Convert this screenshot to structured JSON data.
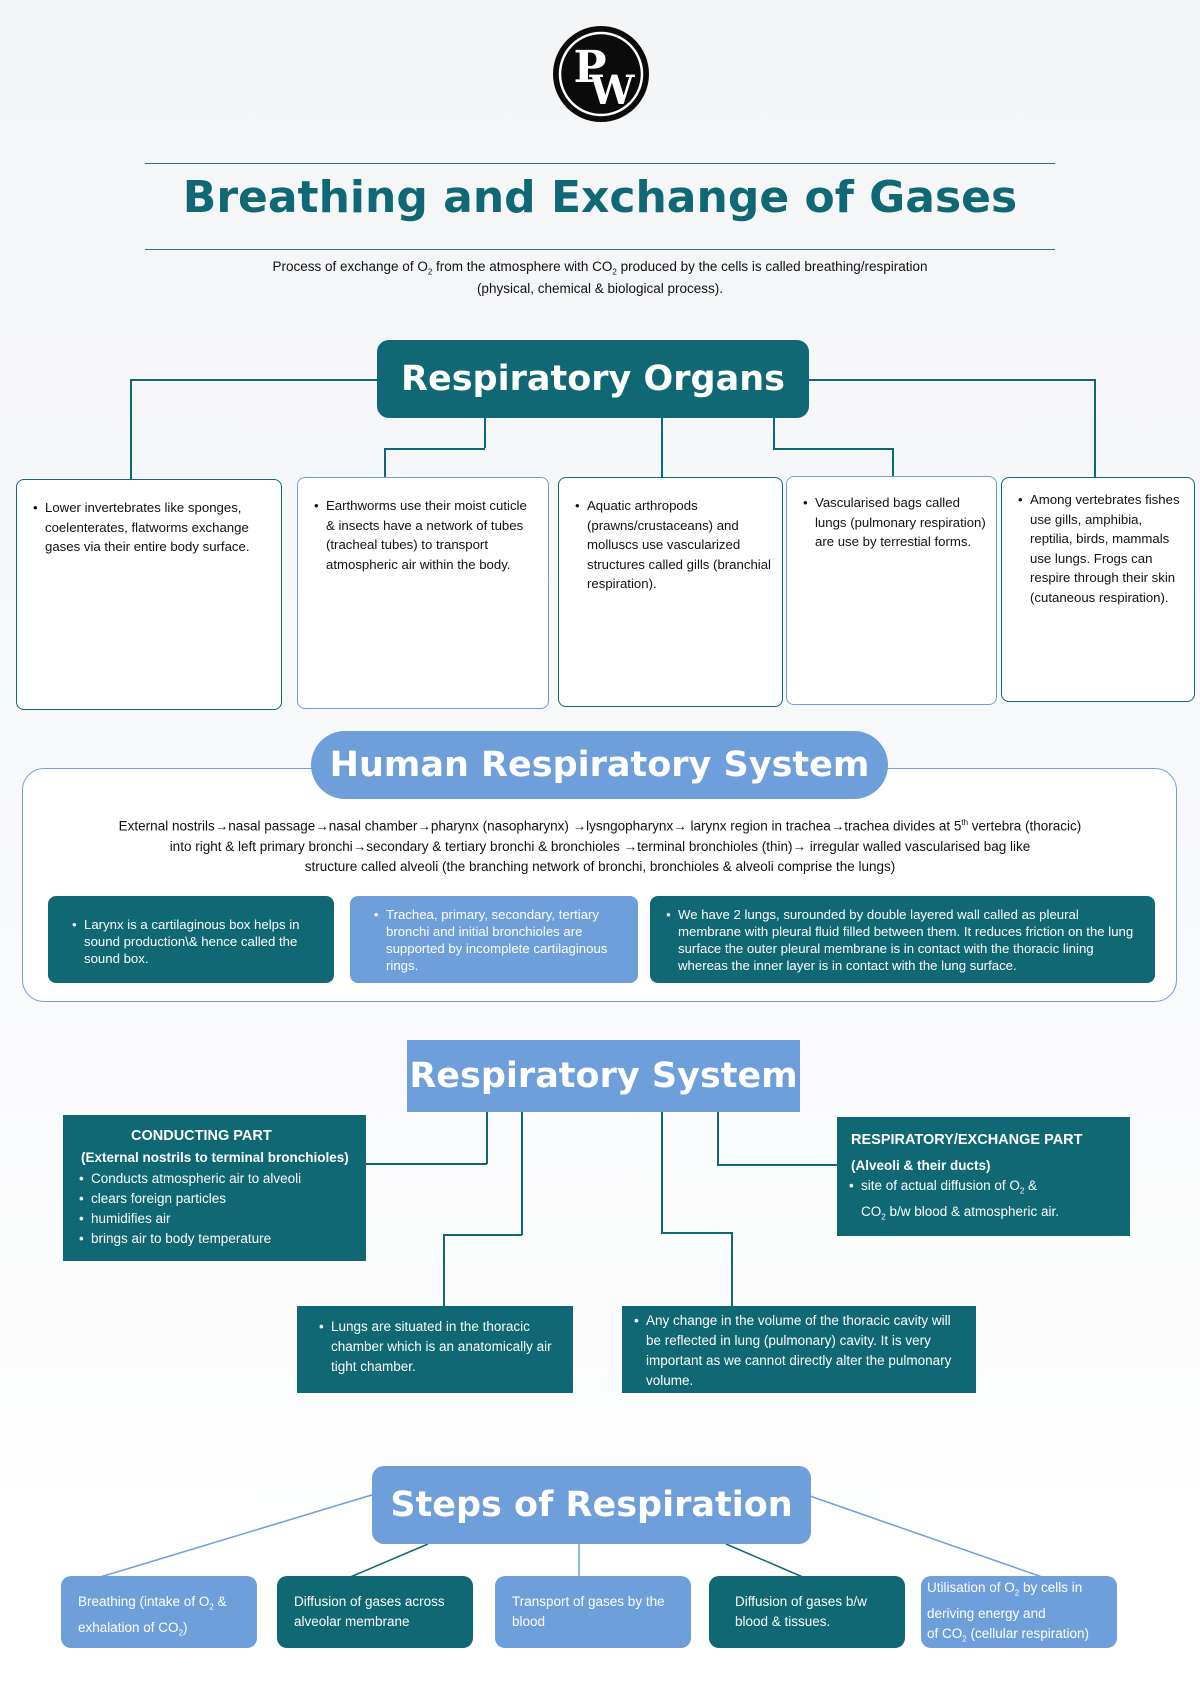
{
  "logo": {
    "letters": "PW"
  },
  "title": "Breathing and Exchange of Gases",
  "intro": {
    "line1_a": "Process of exchange of O",
    "sub_2a": "2",
    "line1_b": " from the atmosphere with CO",
    "sub_2b": "2",
    "line1_c": " produced by the cells is called breathing/respiration",
    "line2": "(physical, chemical & biological process)."
  },
  "respiratory_organs": {
    "heading": "Respiratory Organs",
    "boxes": [
      "Lower invertebrates like sponges, coelenterates, flatworms exchange gases via their entire body surface.",
      "Earthworms use their moist cuticle & insects have a network of tubes (tracheal tubes) to transport atmospheric air within the body.",
      "Aquatic arthropods (prawns/crustaceans) and molluscs use vascularized structures called gills (branchial respiration).",
      "Vascularised bags called lungs (pulmonary respiration) are use by terrestial forms.",
      "Among vertebrates fishes use gills, amphibia, reptilia, birds, mammals use lungs. Frogs can respire through their skin (cutaneous respiration)."
    ]
  },
  "human_system": {
    "heading": "Human Respiratory System",
    "pathway_1a": "External nostrils→nasal passage→nasal chamber→pharynx (nasopharynx) →lysngopharynx→   larynx region in trachea→trachea divides at 5",
    "pathway_1sup": "th",
    "pathway_1b": " vertebra (thoracic)",
    "pathway_2": "into right & left primary bronchi→secondary & tertiary bronchi & bronchioles →terminal bronchioles  (thin)→ irregular walled vascularised bag like",
    "pathway_3": "structure called alveoli (the branching network of bronchi, bronchioles & alveoli comprise the lungs)",
    "cards": [
      "Larynx is a cartilaginous box helps in sound production\\& hence called the sound box.",
      "Trachea, primary, secondary, tertiary bronchi and initial bronchioles are supported by incomplete cartilaginous rings.",
      "We have 2 lungs, surounded by double layered wall called as pleural membrane with pleural fluid filled between them. It reduces friction on the lung  surface the outer pleural membrane is in contact with the thoracic lining whereas the inner layer is in contact with the lung surface."
    ]
  },
  "resp_system": {
    "heading": "Respiratory System",
    "conducting": {
      "title": "CONDUCTING PART",
      "subtitle": "(External nostrils to terminal bronchioles)",
      "items": [
        "Conducts atmospheric air to alveoli",
        "clears foreign particles",
        "humidifies air",
        "brings air to body temperature"
      ]
    },
    "exchange": {
      "title": "RESPIRATORY/EXCHANGE PART",
      "subtitle": "(Alveoli & their ducts)",
      "item_a": "site of actual diffusion of O",
      "sub_a": "2",
      "item_b": " &",
      "item_c": "CO",
      "sub_c": "2",
      "item_d": " b/w blood & atmospheric air."
    },
    "lungs_note": "Lungs are situated in the thoracic chamber which is an anatomically air tight chamber.",
    "volume_note": "Any change in the volume of the thoracic cavity will be reflected in lung (pulmonary) cavity. It is very  important as we cannot directly alter the pulmonary volume."
  },
  "steps": {
    "heading": "Steps of Respiration",
    "s1_a": "Breathing (intake of O",
    "s1_sub1": "2",
    "s1_b": " &",
    "s1_c": "exhalation of CO",
    "s1_sub2": "2",
    "s1_d": ")",
    "s2": "Diffusion of gases across alveolar membrane",
    "s3": "Transport of gases by the blood",
    "s4": "Diffusion of gases b/w blood & tissues.",
    "s5_a": "Utilisation of O",
    "s5_sub1": "2",
    "s5_b": " by cells in deriving energy and",
    "s5_c": "of CO",
    "s5_sub2": "2",
    "s5_d": " (cellular respiration)"
  },
  "colors": {
    "teal": "#0f6874",
    "blue": "#6e9fdb"
  }
}
